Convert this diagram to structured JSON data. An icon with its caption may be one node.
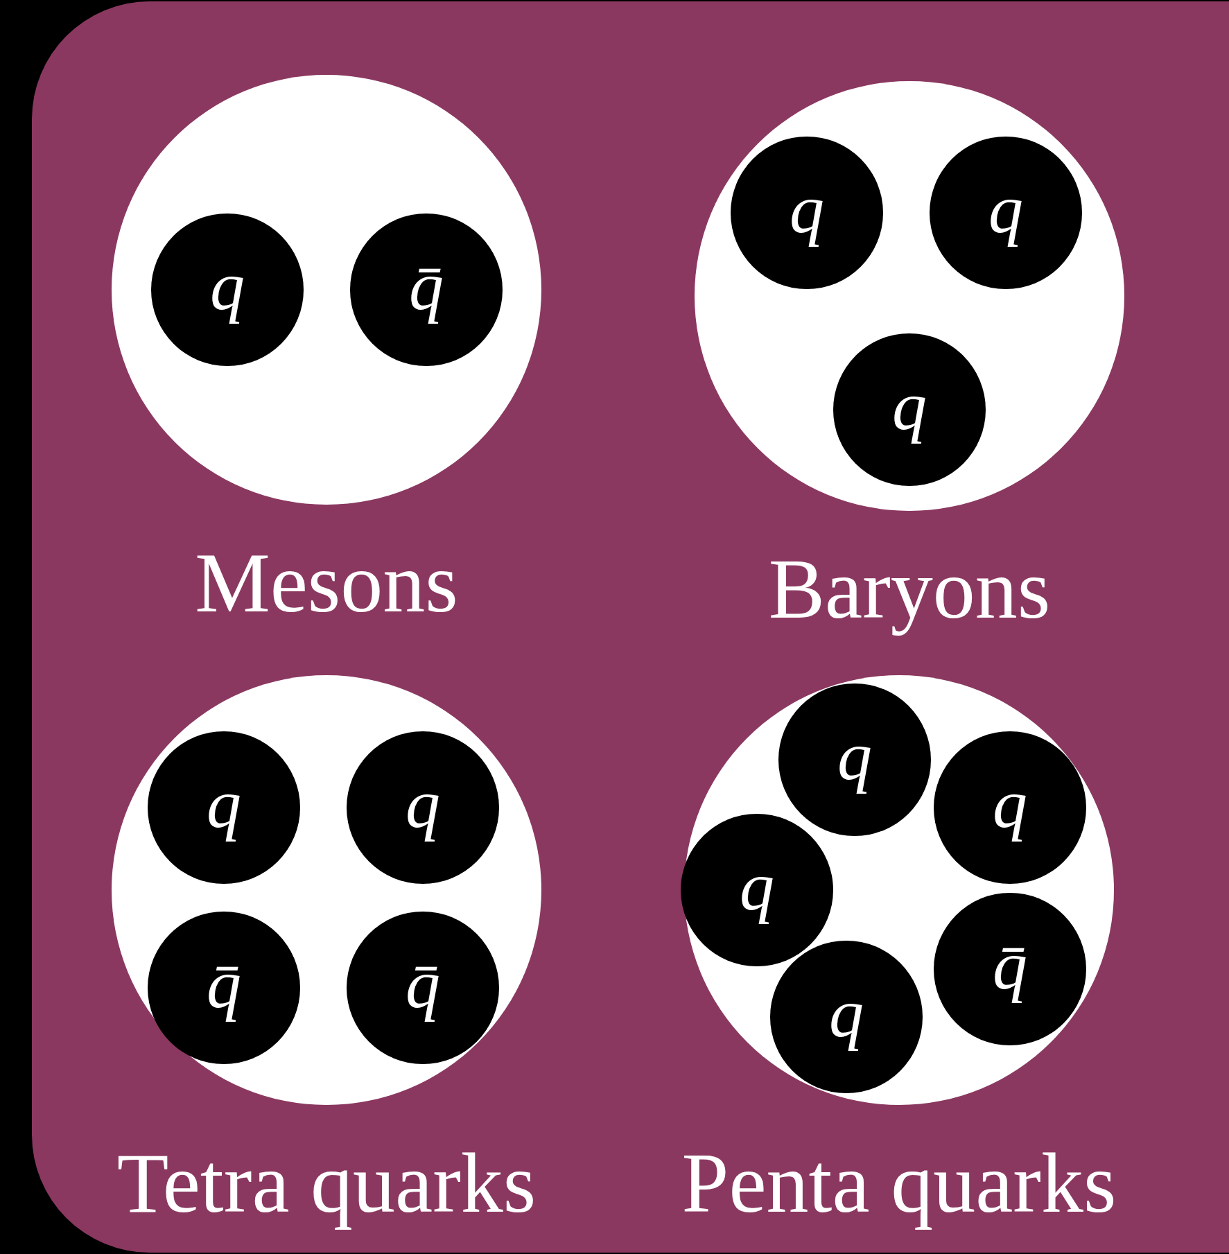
{
  "diagram": {
    "nodes": [
      {
        "text": [
          "Mesons"
        ]
      },
      {
        "text": [
          "q"
        ],
        "in": 0
      },
      {
        "text": [
          "q̄"
        ],
        "in": 0
      },
      {
        "text": [
          "Baryons"
        ]
      },
      {
        "text": [
          "q"
        ],
        "in": 3
      },
      {
        "text": [
          "q"
        ],
        "in": 3
      },
      {
        "text": [
          "q"
        ],
        "in": 3
      },
      {
        "text": [
          "Tetra quarks"
        ]
      },
      {
        "text": [
          "q"
        ],
        "in": 7
      },
      {
        "text": [
          "q"
        ],
        "in": 7
      },
      {
        "text": [
          "q̄"
        ],
        "in": 7
      },
      {
        "text": [
          "q̄"
        ],
        "in": 7
      },
      {
        "text": [
          "Penta quarks"
        ]
      },
      {
        "text": [
          "q"
        ],
        "in": 12
      },
      {
        "text": [
          "q"
        ],
        "in": 12
      },
      {
        "text": [
          "q"
        ],
        "in": 12
      },
      {
        "text": [
          "q̄"
        ],
        "in": 12
      },
      {
        "text": [
          "q"
        ],
        "in": 12
      }
    ]
  }
}
